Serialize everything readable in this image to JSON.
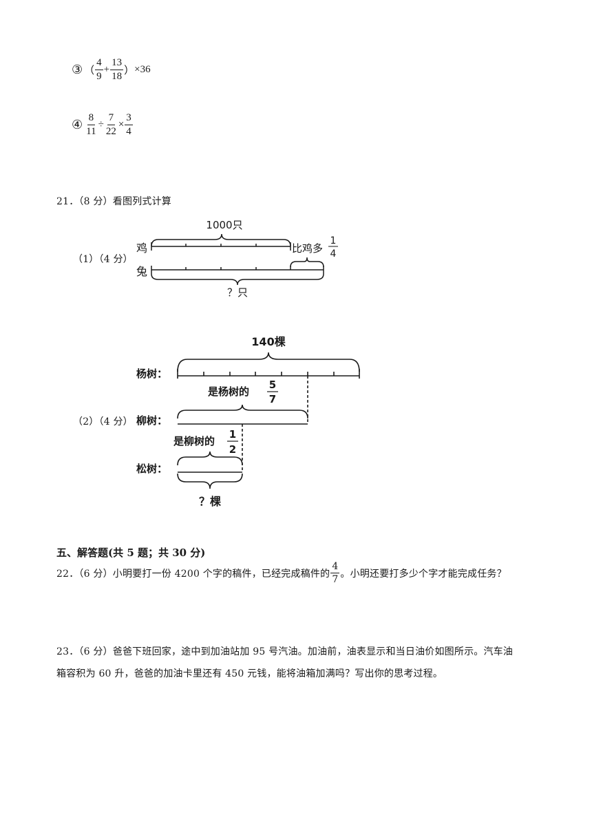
{
  "items": {
    "item3": {
      "circle": "③",
      "lparen": "（",
      "f1n": "4",
      "f1d": "9",
      "plus": "+",
      "f2n": "13",
      "f2d": "18",
      "rparen": "）",
      "tail": "×36"
    },
    "item4": {
      "circle": "④",
      "f1n": "8",
      "f1d": "11",
      "div": "÷",
      "f2n": "7",
      "f2d": "22",
      "times": "×",
      "f3n": "3",
      "f3d": "4"
    }
  },
  "q21": {
    "title": "21．（8 分）看图列式计算",
    "part1": {
      "label": "（1）（4 分）",
      "chicken": "鸡",
      "rabbit": "兔",
      "top_total": "1000只",
      "more": "比鸡多",
      "more_num": "1",
      "more_den": "4",
      "unknown": "？只"
    },
    "part2": {
      "label": "（2）（4 分）",
      "poplar": "杨树：",
      "willow": "柳树：",
      "pine": "松树：",
      "top_total": "140棵",
      "is_poplar": "是杨树的",
      "p_num": "5",
      "p_den": "7",
      "is_willow": "是柳树的",
      "w_num": "1",
      "w_den": "2",
      "unknown": "？棵"
    }
  },
  "section5": {
    "heading": "五、解答题(共 5 题；共 30 分)"
  },
  "q22": {
    "pre": "22．（6 分）小明要打一份 4200 个字的稿件，已经完成稿件的",
    "num": "4",
    "den": "7",
    "post": "。小明还要打多少个字才能完成任务？"
  },
  "q23": {
    "line1": "23．（6 分）爸爸下班回家，途中到加油站加 95 号汽油。加油前，油表显示和当日油价如图所示。汽车油",
    "line2": "箱容积为 60 升，爸爸的加油卡里还有 450 元钱，能将油箱加满吗？写出你的思考过程。"
  }
}
